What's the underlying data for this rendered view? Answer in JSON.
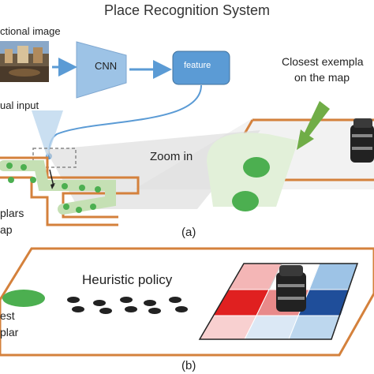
{
  "title": "Place Recognition System",
  "labels": {
    "functional_image": "ctional image",
    "visual_input": "ual input",
    "cnn": "CNN",
    "feature": "feature",
    "closest_line1": "Closest exempla",
    "closest_line2": "on the map",
    "zoom_in": "Zoom in",
    "exemplars": "plars",
    "map": "ap",
    "caption_a": "(a)",
    "heuristic_policy": "Heuristic policy",
    "closest_est": "est",
    "exemplar_plar": "plar",
    "caption_b": "(b)"
  },
  "colors": {
    "cnn_blue": "#9dc3e6",
    "feature_blue": "#5b9bd5",
    "connector_blue": "#5b9bd5",
    "arrow_green": "#70ad47",
    "node_green": "#4caf50",
    "path_green": "#c5e0b4",
    "map_border_orange": "#d4813c",
    "zoom_gray": "#d9d9d9",
    "grid_red_strong": "#e02020",
    "grid_red_light": "#f4b6b6",
    "grid_blue_strong": "#1f4e9a",
    "grid_blue_light": "#bdd7ee"
  },
  "icons": [
    "robot-icon",
    "footprint-icon",
    "panorama-image"
  ]
}
